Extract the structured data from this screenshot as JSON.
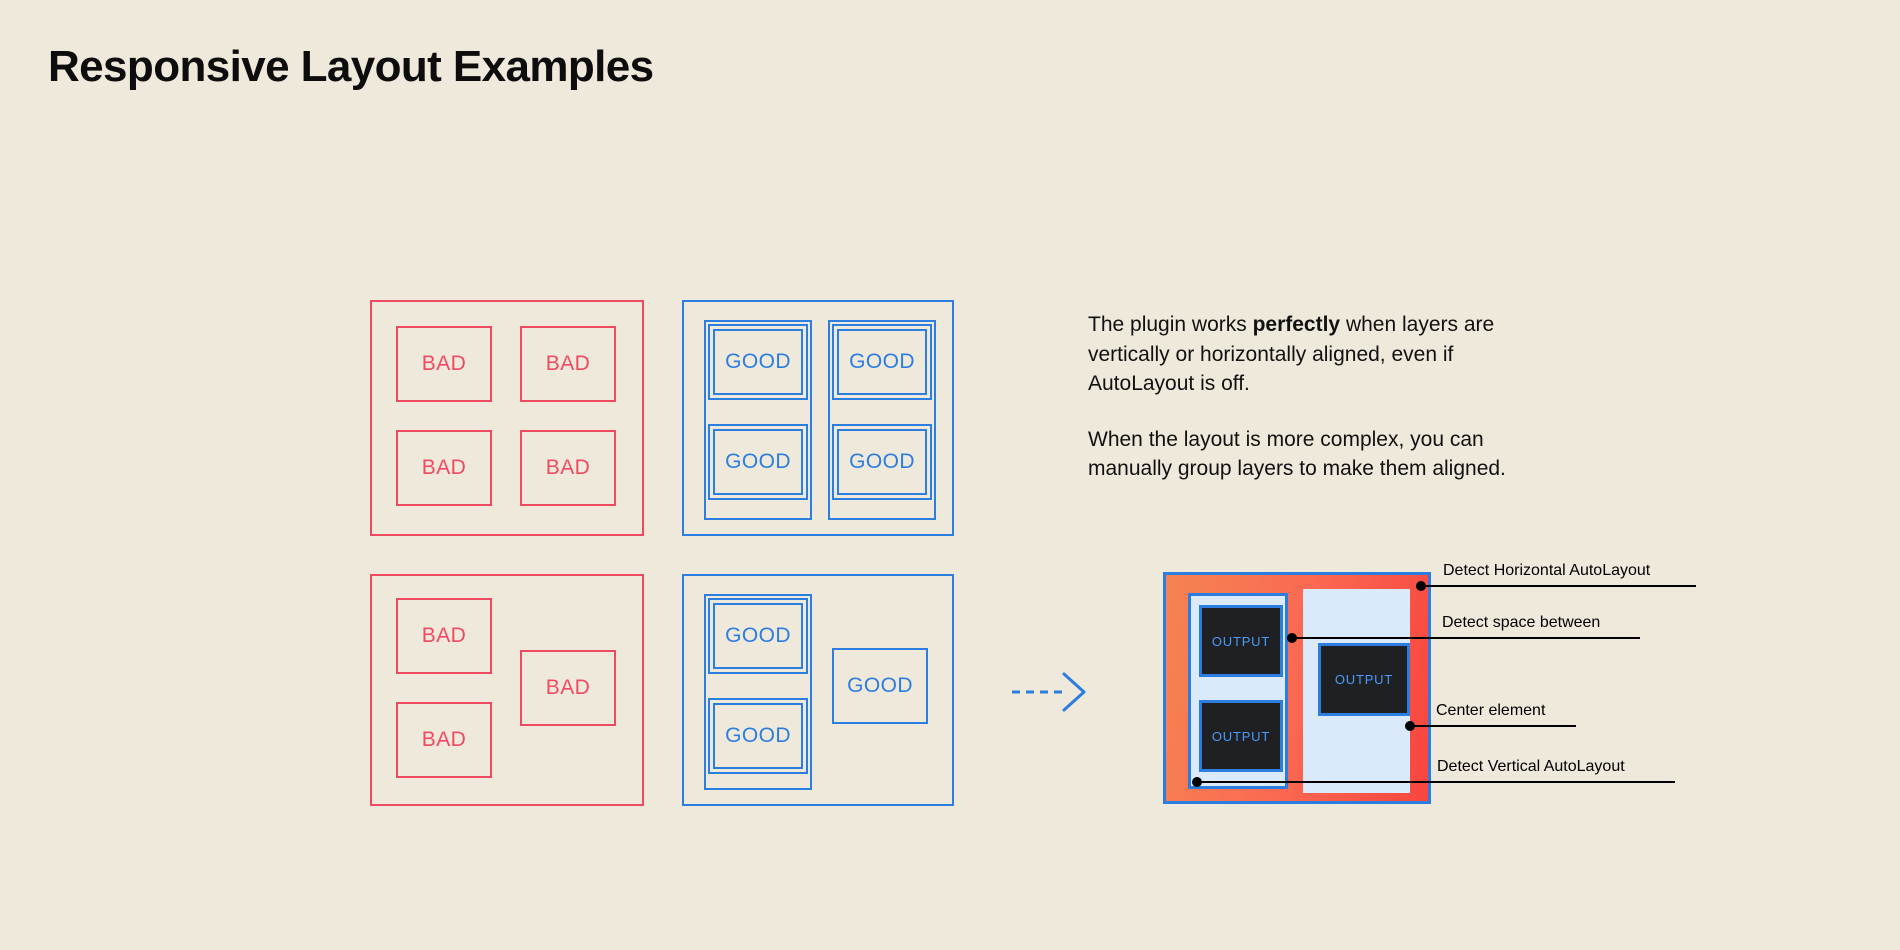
{
  "page": {
    "title": "Responsive Layout Examples",
    "background_color": "#EFE9DC"
  },
  "colors": {
    "bad": "#F04A63",
    "good": "#2C7DE0",
    "text": "#111111",
    "mockup_bg_start": "#F58352",
    "mockup_bg_end": "#F8453F",
    "panel_light_blue": "#DBEAFB",
    "output_fill": "#1E2024",
    "output_text": "#4C9BF5"
  },
  "examples": {
    "bad_grid": {
      "label": "bad-grid-example",
      "cells": [
        {
          "label": "BAD"
        },
        {
          "label": "BAD"
        },
        {
          "label": "BAD"
        },
        {
          "label": "BAD"
        }
      ]
    },
    "good_grid": {
      "label": "good-grid-example",
      "cells": [
        {
          "label": "GOOD"
        },
        {
          "label": "GOOD"
        },
        {
          "label": "GOOD"
        },
        {
          "label": "GOOD"
        }
      ]
    },
    "bad_complex": {
      "label": "bad-complex-example",
      "cells": [
        {
          "label": "BAD"
        },
        {
          "label": "BAD"
        },
        {
          "label": "BAD"
        }
      ]
    },
    "good_complex": {
      "label": "good-complex-example",
      "cells": [
        {
          "label": "GOOD"
        },
        {
          "label": "GOOD"
        },
        {
          "label": "GOOD"
        }
      ]
    }
  },
  "arrow": {
    "icon": "dashed-arrow-right-icon",
    "color": "#2C7DE0",
    "direction": "right"
  },
  "copy": {
    "paragraph_1_part_1": "The plugin works ",
    "paragraph_1_bold": "perfectly",
    "paragraph_1_part_2": " when layers are vertically or horizontally aligned, even if AutoLayout is off.",
    "paragraph_2": "When the layout is more complex, you can manually group layers to make them aligned."
  },
  "mockup": {
    "label": "detected-layout-mockup",
    "output_boxes": [
      {
        "label": "OUTPUT"
      },
      {
        "label": "OUTPUT"
      },
      {
        "label": "OUTPUT"
      }
    ],
    "callouts": [
      {
        "label": "Detect Horizontal AutoLayout"
      },
      {
        "label": "Detect space between"
      },
      {
        "label": "Center element"
      },
      {
        "label": "Detect Vertical AutoLayout"
      }
    ]
  }
}
